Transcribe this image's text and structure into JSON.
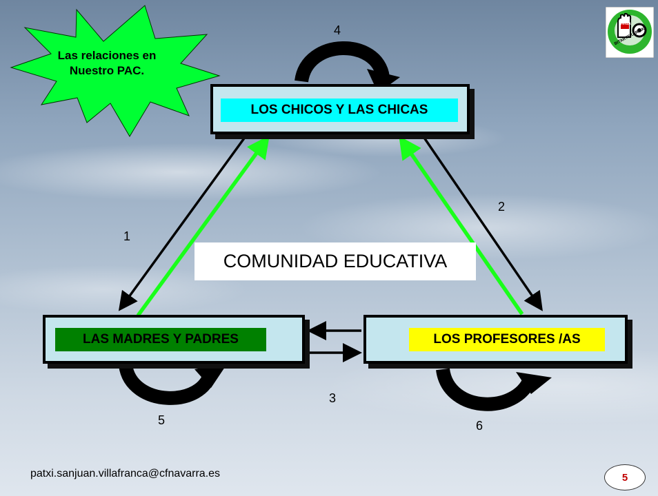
{
  "slide": {
    "starburst": {
      "line1": "Las relaciones en",
      "line2": "Nuestro PAC."
    },
    "center_label": "COMUNIDAD EDUCATIVA",
    "nodes": {
      "students": "LOS CHICOS Y LAS CHICAS",
      "parents": "LAS MADRES Y PADRES",
      "teachers": "LOS PROFESORES /AS"
    },
    "relations": {
      "r1": "1",
      "r2": "2",
      "r3": "3",
      "r4": "4",
      "r5": "5",
      "r6": "6"
    },
    "footer_email": "patxi.sanjuan.villafranca@cfnavarra.es",
    "page_number": "5",
    "logo_text": "BITARTEKARIAK",
    "logo_badge": "HITZA",
    "colors": {
      "students_label_bg": "#00ffff",
      "parents_label_bg": "#008000",
      "teachers_label_bg": "#ffff00",
      "box_fill": "#c4e6ee",
      "starburst": "#00ff33",
      "green_arrow": "#1aff1a"
    }
  }
}
